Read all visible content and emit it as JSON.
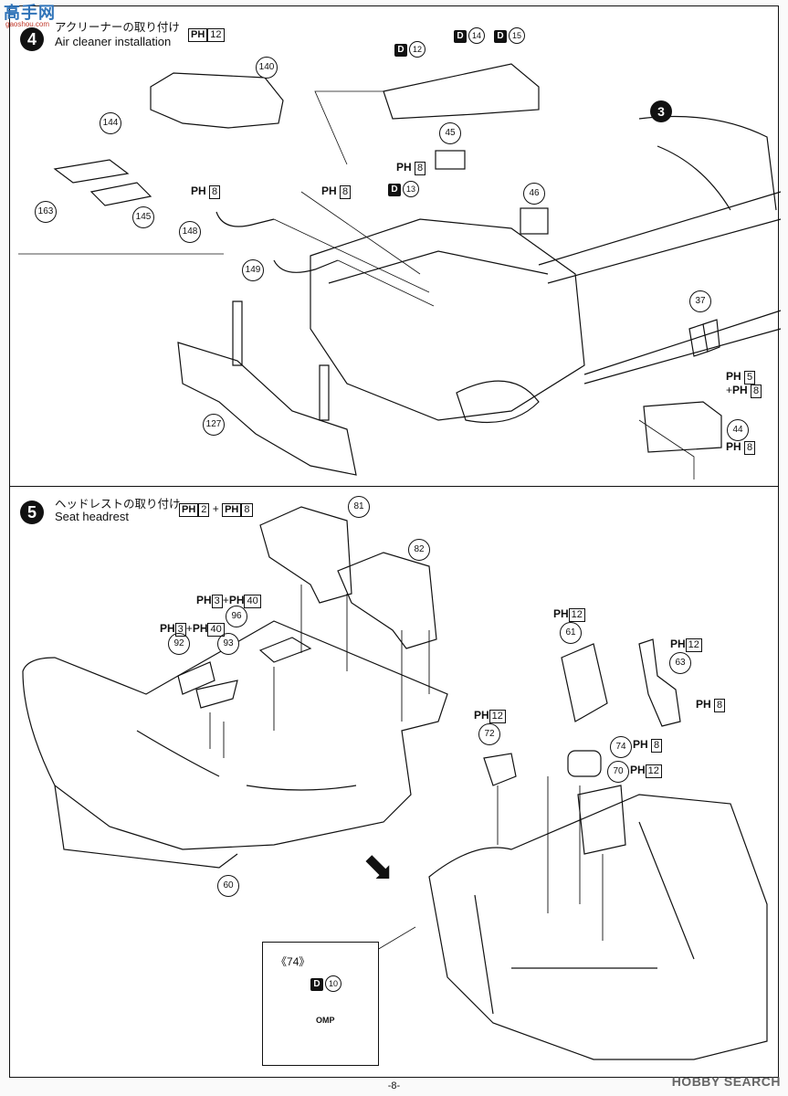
{
  "watermark": {
    "top_left": "高手网",
    "top_left_sub": "gaoshou.com",
    "bottom_right": "HOBBY SEARCH"
  },
  "page_number": "-8-",
  "step4": {
    "number": "4",
    "title_jp": "アクリーナーの取り付け",
    "title_en": "Air cleaner installation",
    "paint_main": "12",
    "paint_main_prefix": "PH",
    "parts": [
      "140",
      "144",
      "145",
      "163",
      "148",
      "149",
      "127",
      "45",
      "46",
      "37",
      "44",
      "3"
    ],
    "callouts": {
      "ph8_a": "8",
      "ph8_b": "8",
      "ph8_c": "8",
      "d12": "12",
      "d13": "13",
      "d14": "14",
      "d15": "15",
      "ph5": "5",
      "ph8_44": "8",
      "ph8_45": "8"
    }
  },
  "step5": {
    "number": "5",
    "title_jp": "ヘッドレストの取り付け",
    "title_en": "Seat headrest",
    "paint_a": "2",
    "paint_b": "8",
    "parts": [
      "81",
      "82",
      "96",
      "92",
      "93",
      "60",
      "61",
      "63",
      "72",
      "74",
      "70"
    ],
    "callouts": {
      "ph3_40_top": "3",
      "ph40_top": "40",
      "ph3_40_left": "3",
      "ph40_left": "40",
      "ph12_61": "12",
      "ph12_63": "12",
      "ph8_63": "8",
      "ph12_72": "12",
      "ph8_74": "8",
      "ph12_70": "12"
    },
    "inset": {
      "part": "74",
      "d10": "10",
      "brand": "OMP"
    }
  }
}
